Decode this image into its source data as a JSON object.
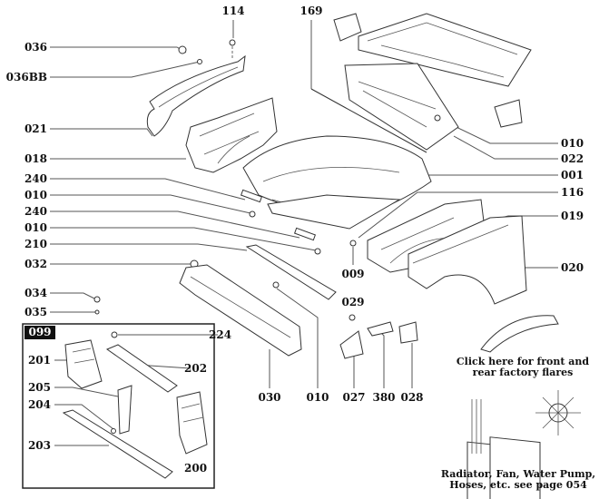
{
  "labels": {
    "l036": "036",
    "l036bb": "036BB",
    "l021": "021",
    "l018": "018",
    "l240a": "240",
    "l010a": "010",
    "l240b": "240",
    "l010b": "010",
    "l210": "210",
    "l032": "032",
    "l034": "034",
    "l035": "035",
    "l114": "114",
    "l169": "169",
    "l010c": "010",
    "l022": "022",
    "l001": "001",
    "l116": "116",
    "l019": "019",
    "l020": "020",
    "l009": "009",
    "l029": "029",
    "l030": "030",
    "l010d": "010",
    "l027": "027",
    "l380": "380",
    "l028": "028",
    "l099": "099",
    "l224": "224",
    "l201": "201",
    "l202": "202",
    "l205": "205",
    "l204": "204",
    "l203": "203",
    "l200": "200"
  },
  "links": {
    "flares": "Click here for front and rear factory flares",
    "radiator": "Radiator, Fan, Water Pump, Hoses, etc. see page 054"
  }
}
